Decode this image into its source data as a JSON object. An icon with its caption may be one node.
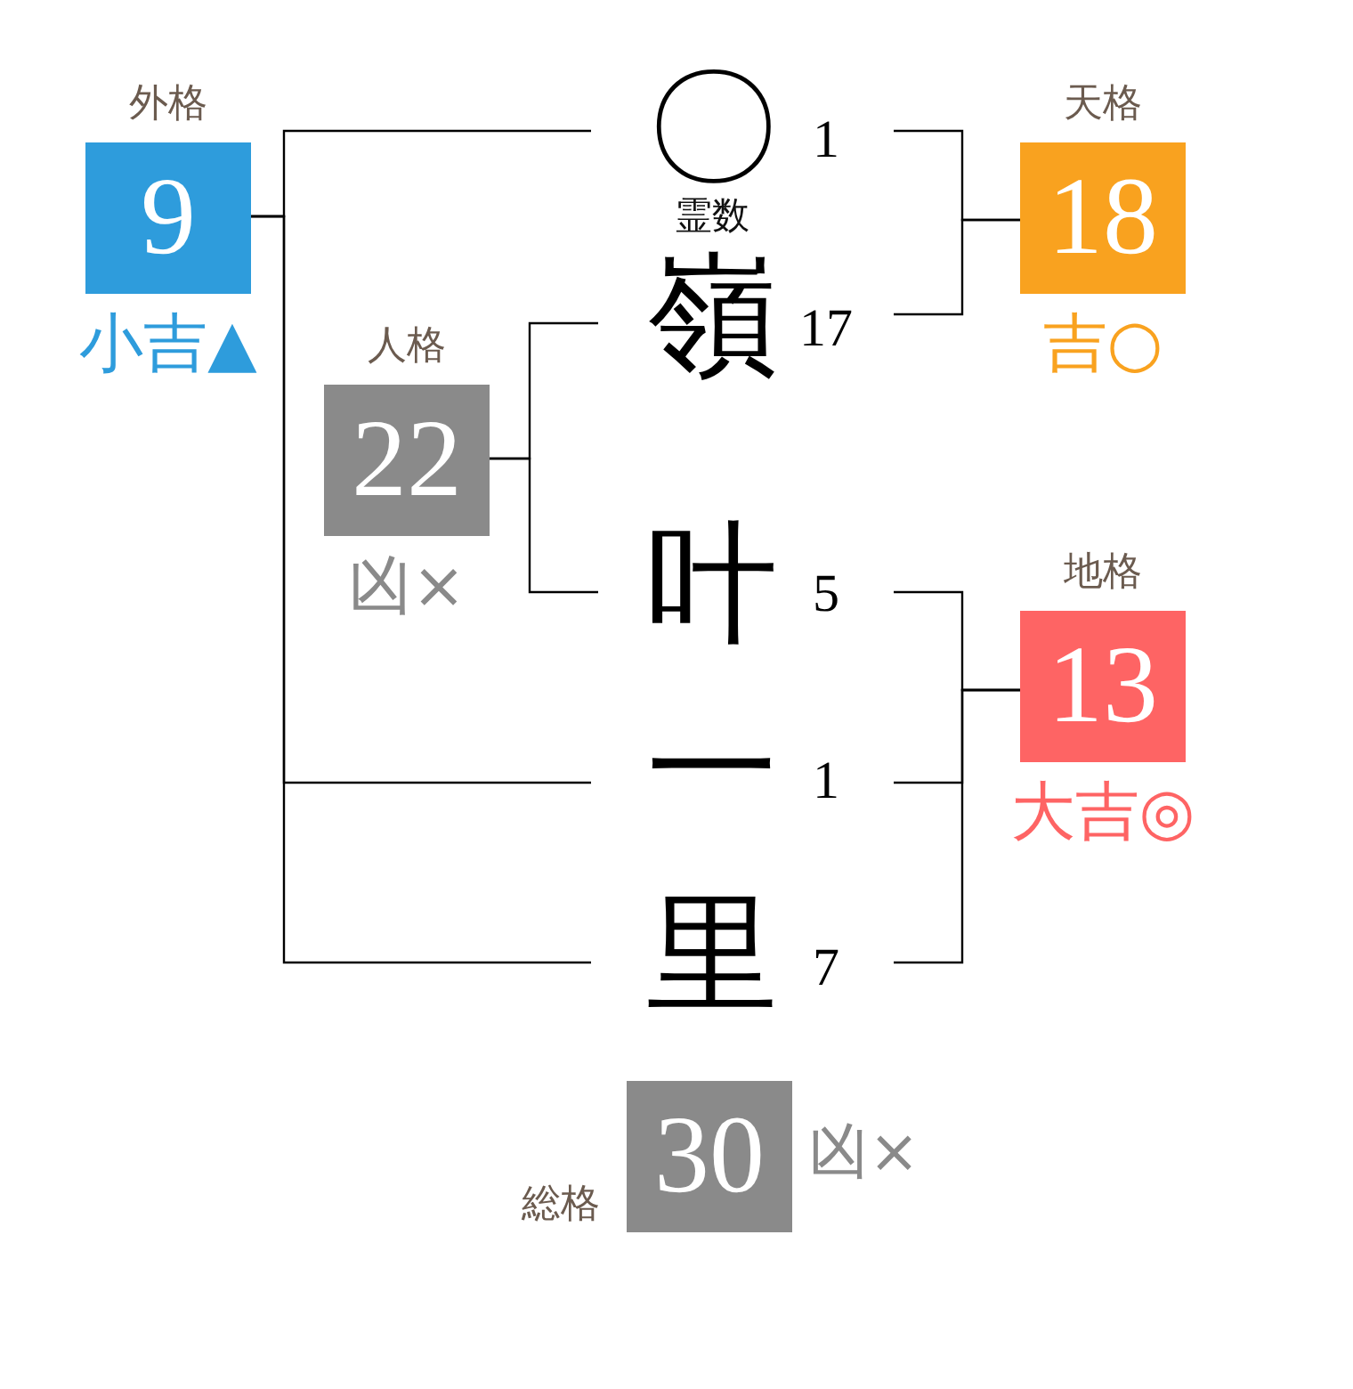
{
  "diagram": {
    "nodes": [
      {
        "text": [
          "外格",
          "9"
        ],
        "beside": [
          "小吉▲"
        ]
      },
      {
        "text": [
          "〇"
        ],
        "beside": [
          "1",
          "霊数"
        ]
      },
      {
        "text": [
          "天格",
          "18"
        ],
        "beside": [
          "吉○"
        ]
      },
      {
        "text": [
          "嶺"
        ],
        "beside": [
          "17"
        ]
      },
      {
        "text": [
          "人格",
          "22"
        ],
        "beside": [
          "凶×"
        ]
      },
      {
        "text": [
          "叶"
        ],
        "beside": [
          "5"
        ]
      },
      {
        "text": [
          "地格",
          "13"
        ],
        "beside": [
          "大吉◎"
        ]
      },
      {
        "text": [
          "一"
        ],
        "beside": [
          "1"
        ]
      },
      {
        "text": [
          "里"
        ],
        "beside": [
          "7"
        ]
      },
      {
        "text": [
          "総格",
          "30"
        ],
        "beside": [
          "凶×"
        ]
      }
    ],
    "edges": [
      {
        "from": 0,
        "to": 1,
        "arrow": "none"
      },
      {
        "from": 0,
        "to": 7,
        "arrow": "none"
      },
      {
        "from": 0,
        "to": 8,
        "arrow": "none"
      },
      {
        "from": 1,
        "to": 2,
        "arrow": "none"
      },
      {
        "from": 3,
        "to": 2,
        "arrow": "none"
      },
      {
        "from": 4,
        "to": 3,
        "arrow": "none"
      },
      {
        "from": 4,
        "to": 5,
        "arrow": "none"
      },
      {
        "from": 5,
        "to": 6,
        "arrow": "none"
      },
      {
        "from": 7,
        "to": 6,
        "arrow": "none"
      },
      {
        "from": 8,
        "to": 6,
        "arrow": "none"
      }
    ]
  }
}
